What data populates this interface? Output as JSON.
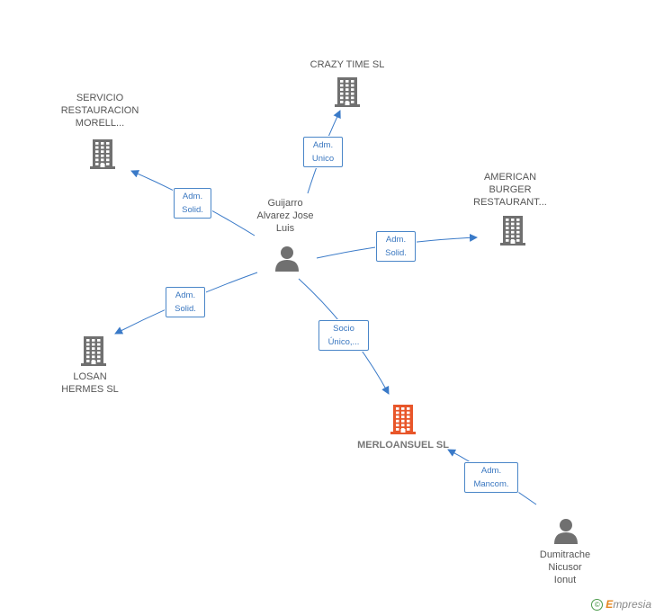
{
  "colors": {
    "edge": "#3a7ac8",
    "company": "#707070",
    "main_company": "#e8562a",
    "person": "#707070"
  },
  "nodes": {
    "guijarro": {
      "label": "Guijarro\nAlvarez Jose\nLuis",
      "icon": "person-icon"
    },
    "crazy_time": {
      "label": "CRAZY TIME SL",
      "icon": "building-icon"
    },
    "servicio": {
      "label": "SERVICIO\nRESTAURACION\nMORELL...",
      "icon": "building-icon"
    },
    "american": {
      "label": "AMERICAN\nBURGER\nRESTAURANT...",
      "icon": "building-icon"
    },
    "losan": {
      "label": "LOSAN\nHERMES SL",
      "icon": "building-icon"
    },
    "merloansuel": {
      "label": "MERLOANSUEL SL",
      "icon": "building-icon"
    },
    "dumitrache": {
      "label": "Dumitrache\nNicusor\nIonut",
      "icon": "person-icon"
    }
  },
  "edges": {
    "crazy_time": {
      "label": "Adm.\nUnico"
    },
    "servicio": {
      "label": "Adm.\nSolid."
    },
    "american": {
      "label": "Adm.\nSolid."
    },
    "losan": {
      "label": "Adm.\nSolid."
    },
    "merloansuel": {
      "label": "Socio\nÚnico,..."
    },
    "dumitrache": {
      "label": "Adm.\nMancom."
    }
  },
  "footer": {
    "copyright": "©",
    "brand_initial": "E",
    "brand_rest": "mpresia"
  }
}
